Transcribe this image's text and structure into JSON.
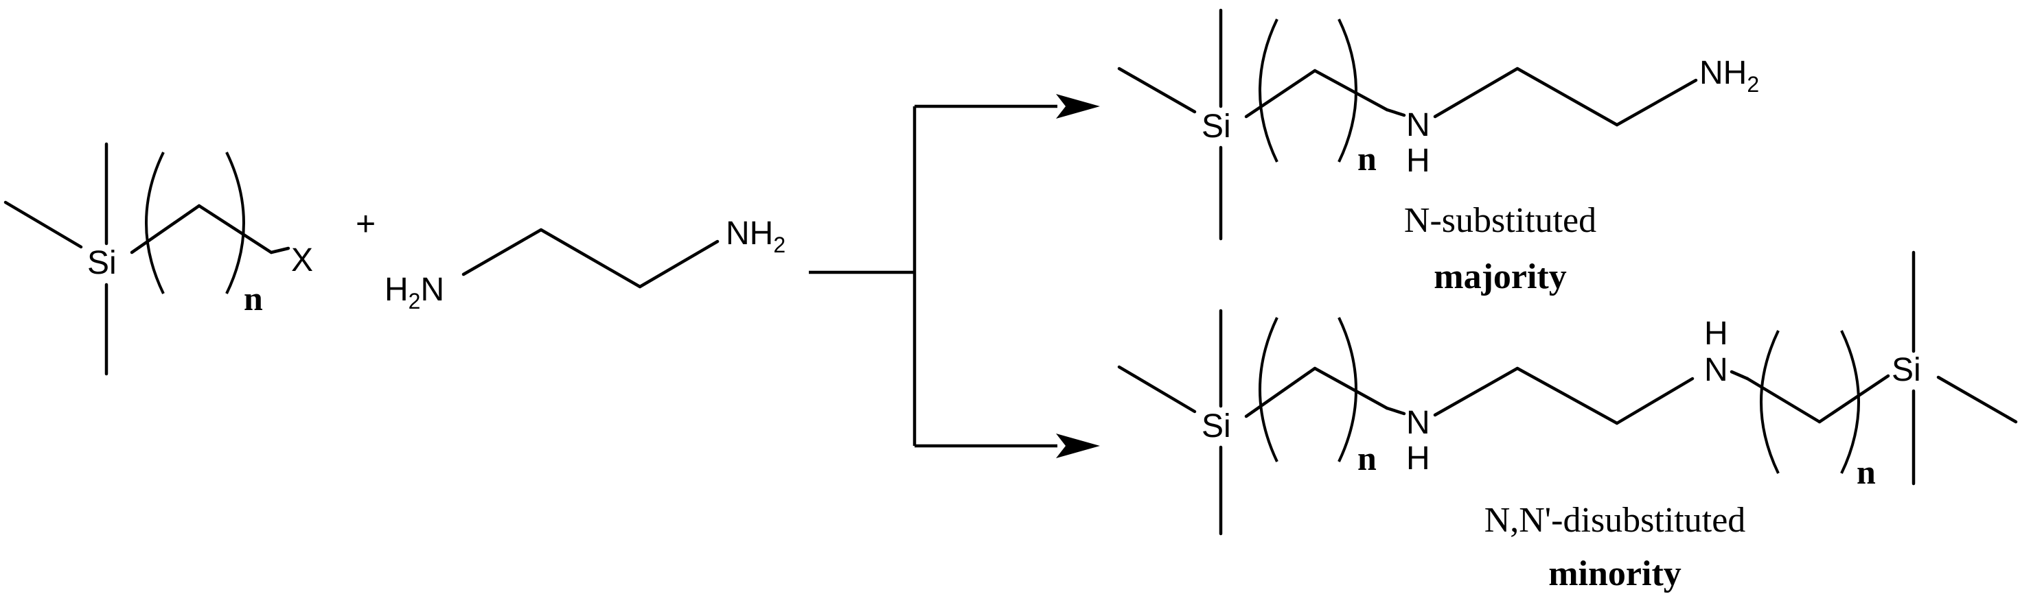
{
  "reactant1": {
    "si": "Si",
    "n": "n",
    "x": "X"
  },
  "plus": "+",
  "reactant2": {
    "nh2_left": "H",
    "nh2_left_sub": "2",
    "nh2_left_n": "N",
    "nh2_right": "NH",
    "nh2_right_sub": "2"
  },
  "product_major": {
    "si": "Si",
    "n": "n",
    "nh_n": "N",
    "nh_h": "H",
    "nh2": "NH",
    "nh2_sub": "2",
    "caption": "N-substituted",
    "amount": "majority"
  },
  "product_minor": {
    "si_left": "Si",
    "n_left": "n",
    "nh_left_n": "N",
    "nh_left_h": "H",
    "nh_right_h": "H",
    "nh_right_n": "N",
    "n_right": "n",
    "si_right": "Si",
    "caption": "N,N'-disubstituted",
    "amount": "minority"
  }
}
